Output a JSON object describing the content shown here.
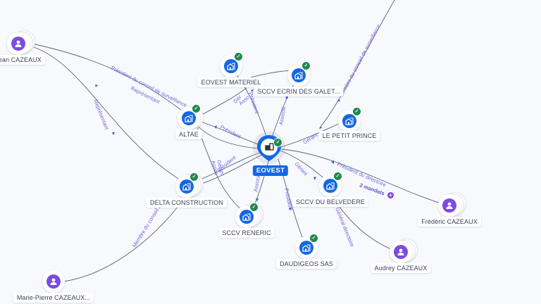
{
  "center": {
    "name": "EOVEST",
    "icon": "building-icon",
    "verified": true
  },
  "companies": [
    {
      "id": "eovest-materiel",
      "name": "EOVEST MATERIEL",
      "verified": true
    },
    {
      "id": "sccv-ecrin",
      "name": "SCCV ECRIN DES GALET...",
      "verified": true
    },
    {
      "id": "altae",
      "name": "ALTAE",
      "verified": true
    },
    {
      "id": "le-petit-prince",
      "name": "LE PETIT PRINCE",
      "verified": true
    },
    {
      "id": "delta-construction",
      "name": "DELTA CONSTRUCTION",
      "verified": true
    },
    {
      "id": "sccv-belvedere",
      "name": "SCCV DU BELVEDERE",
      "verified": true
    },
    {
      "id": "sccv-reneric",
      "name": "SCCV RENERIC",
      "verified": true
    },
    {
      "id": "daudigeos",
      "name": "DAUDIGEOS SAS",
      "verified": true
    }
  ],
  "persons": [
    {
      "id": "jean",
      "name": "Jean CAZEAUX"
    },
    {
      "id": "frederic",
      "name": "Frédéric CAZEAUX"
    },
    {
      "id": "audrey",
      "name": "Audrey CAZEAUX"
    },
    {
      "id": "marie-pierre",
      "name": "Marie-Pierre CAZEAUX..."
    }
  ],
  "edge_labels": {
    "jean_altae": "Président du conseil de surveillance",
    "jean_altae_2": "Représentant",
    "jean_delta": "Représentant",
    "altae_eovest": "Président",
    "altae_materiel": "Gér",
    "altae_materiel_2": "Asso",
    "eovest_materiel": "Président",
    "eovest_ecrin": "Associé",
    "eovest_petitprince": "Gérant",
    "petitprince_top": "Membre du conseil de surveillance",
    "delta_eovest": "Président",
    "delta_eovest_2": "Gérant",
    "delta_eovest_3": "Assoc",
    "eovest_reneric": "Associé",
    "eovest_daudigeos": "Président",
    "eovest_belvedere": "Gérant",
    "eovest_frederic": "Président du directoire",
    "frederic_mandates": "2 mandats",
    "belvedere_audrey": "Général directoire",
    "mariepierre_delta": "Membre du conseil de"
  },
  "icons": {
    "company": "building-icon",
    "person": "person-icon",
    "verified": "check-icon",
    "more": "plus-icon"
  }
}
